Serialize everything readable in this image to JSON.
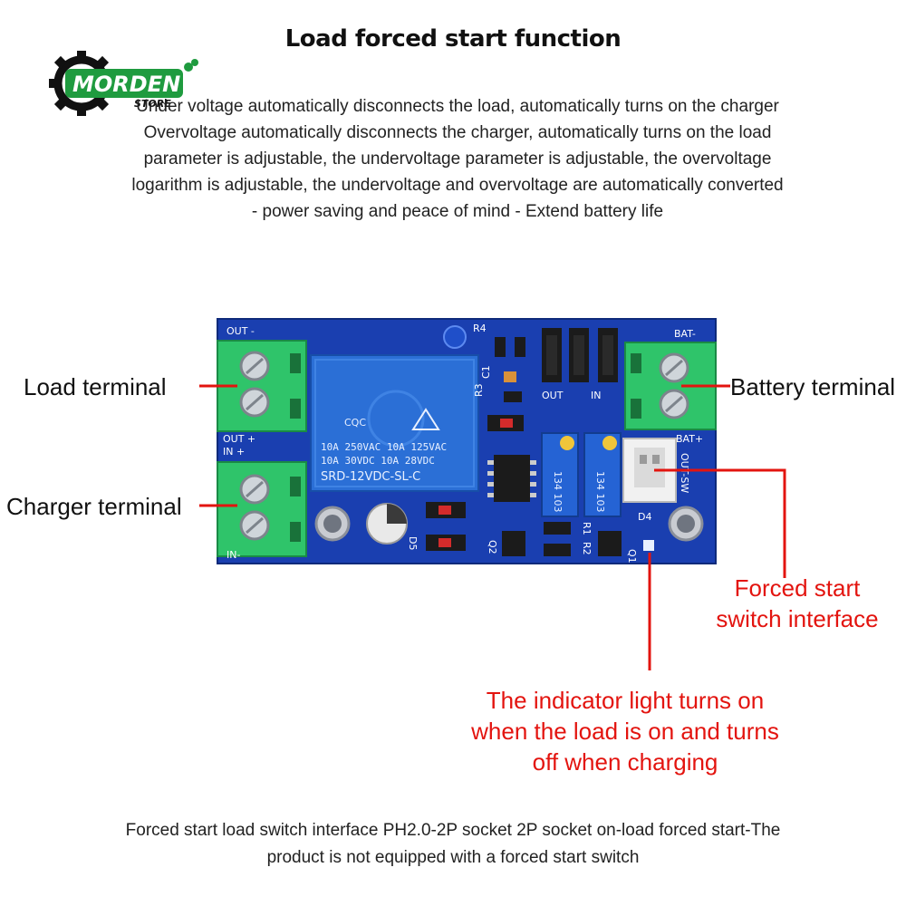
{
  "title": "Load forced start function",
  "logo": {
    "brand": "MORDEN",
    "sub": "STORE"
  },
  "intro_lines": [
    "Under voltage automatically disconnects the load, automatically turns on the charger",
    "Overvoltage automatically disconnects the charger, automatically turns on the load",
    "parameter is adjustable, the undervoltage parameter is adjustable, the overvoltage",
    "logarithm is adjustable, the undervoltage and overvoltage are automatically converted",
    "- power saving and peace of mind - Extend battery life"
  ],
  "labels": {
    "load_terminal": "Load terminal",
    "charger_terminal": "Charger terminal",
    "battery_terminal": "Battery terminal",
    "forced_start_1": "Forced start",
    "forced_start_2": "switch interface",
    "indicator_1": "The indicator light turns on",
    "indicator_2": "when the load is on and turns",
    "indicator_3": "off when charging"
  },
  "board": {
    "relay_line1": "10A 250VAC  10A 125VAC",
    "relay_line2": "10A  30VDC  10A  28VDC",
    "relay_model": "SRD-12VDC-SL-C",
    "relay_cert": "CQC",
    "silk_out_minus": "OUT -",
    "silk_out_plus": "OUT +",
    "silk_in_plus": "IN +",
    "silk_in_minus": "IN-",
    "silk_bat_minus": "BAT-",
    "silk_bat_plus": "BAT+",
    "silk_out": "OUT",
    "silk_in": "IN",
    "silk_outsw": "OUT-SW",
    "pot1": "134 103",
    "pot2": "134 103",
    "silk_r4": "R4",
    "silk_d4": "D4",
    "silk_q1": "Q1",
    "silk_q2": "Q2",
    "silk_r1": "R1",
    "silk_r2": "R2",
    "silk_r3": "R3",
    "silk_c1": "C1",
    "silk_d5": "D5"
  },
  "bottom_lines": [
    "Forced start load switch interface PH2.0-2P socket 2P socket on-load forced start-The",
    "product is not equipped with a forced start switch"
  ],
  "colors": {
    "pcb": "#1a3fb0",
    "terminal": "#2fc46a",
    "relay": "#2b6fd6",
    "callout_line": "#e3140f"
  }
}
